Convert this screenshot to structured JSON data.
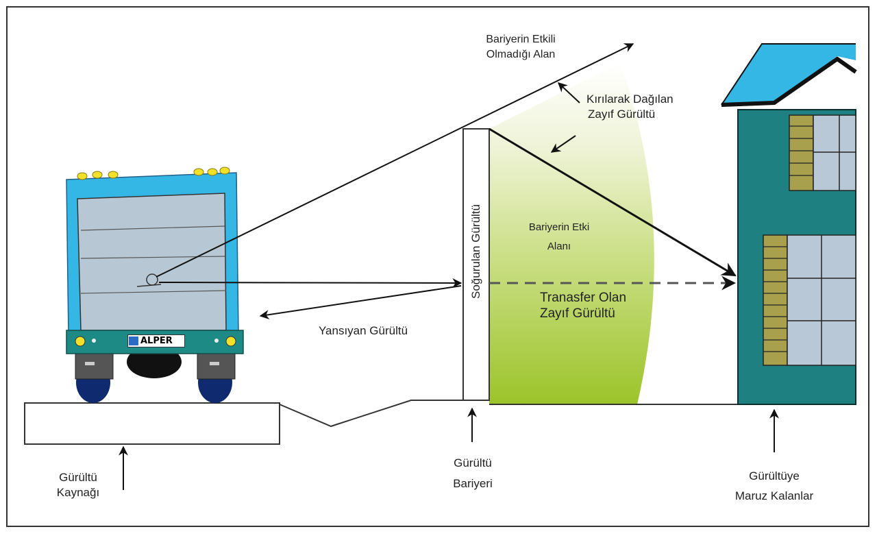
{
  "diagram": {
    "title": "Gürültü Bariyeri Etki Diyagramı",
    "labels": {
      "ineffective_area": [
        "Bariyerin Etkili",
        "Olmadığı Alan"
      ],
      "diffracted_noise": [
        "Kırılarak Dağılan",
        "Zayıf Gürültü"
      ],
      "barrier_effect_area": [
        "Bariyerin Etki",
        "Alanı"
      ],
      "absorbed_noise": "Soğurulan Gürültü",
      "transferred_noise": [
        "Tranasfer Olan",
        "Zayıf Gürültü"
      ],
      "reflected_noise": "Yansıyan Gürültü",
      "noise_source": [
        "Gürültü",
        "Kaynağı"
      ],
      "noise_barrier": [
        "Gürültü",
        "Bariyeri"
      ],
      "exposed": [
        "Gürültüye",
        "Maruz Kalanlar"
      ]
    },
    "truck": {
      "plate_text": "ALPER"
    },
    "colors": {
      "truck_body": "#35b7e6",
      "truck_panel": "#b7c8d4",
      "truck_bumper": "#1e8a86",
      "wheels": "#0f2a6e",
      "lights": "#f2e12a",
      "building_wall": "#1e8080",
      "roof": "#35b7e6",
      "shutters": "#a9a04e",
      "window_glass": "#b8c8d6",
      "effect_zone": "#a8cc2c"
    }
  }
}
